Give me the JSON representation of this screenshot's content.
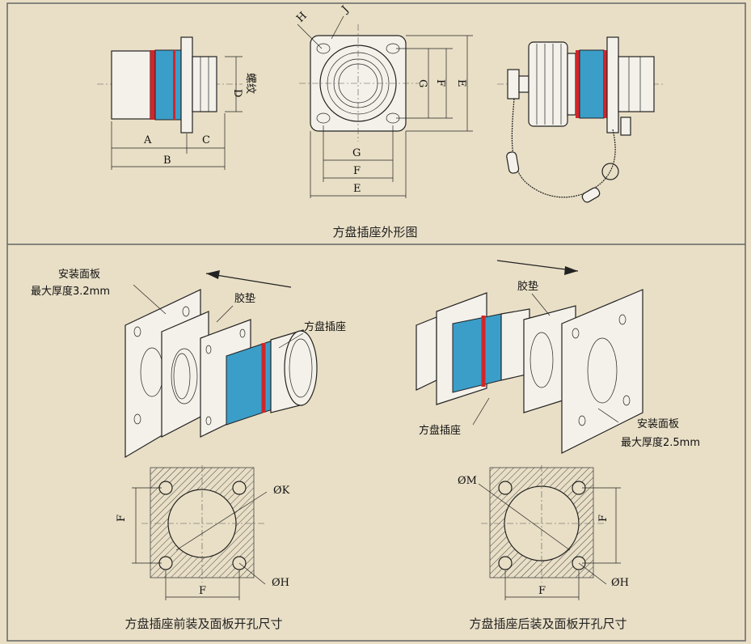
{
  "top_caption": "方盘插座外形图",
  "bottom_left_caption": "方盘插座前装及面板开孔尺寸",
  "bottom_right_caption": "方盘插座后装及面板开孔尺寸",
  "dims": {
    "a": "A",
    "b": "B",
    "c": "C",
    "d": "D",
    "thread": "螺纹",
    "e": "E",
    "f": "F",
    "g": "G",
    "h": "H",
    "j": "J",
    "k": "ØK",
    "m": "ØM",
    "oh": "ØH"
  },
  "front": {
    "panel": "安装面板",
    "max_thick": "最大厚度3.2mm",
    "gasket": "胶垫",
    "socket": "方盘插座"
  },
  "rear": {
    "panel": "安装面板",
    "max_thick": "最大厚度2.5mm",
    "gasket": "胶垫",
    "socket": "方盘插座"
  },
  "colors": {
    "background": "#e9dfc6",
    "accent_blue": "#3b9ec8",
    "accent_red": "#d0262b"
  }
}
